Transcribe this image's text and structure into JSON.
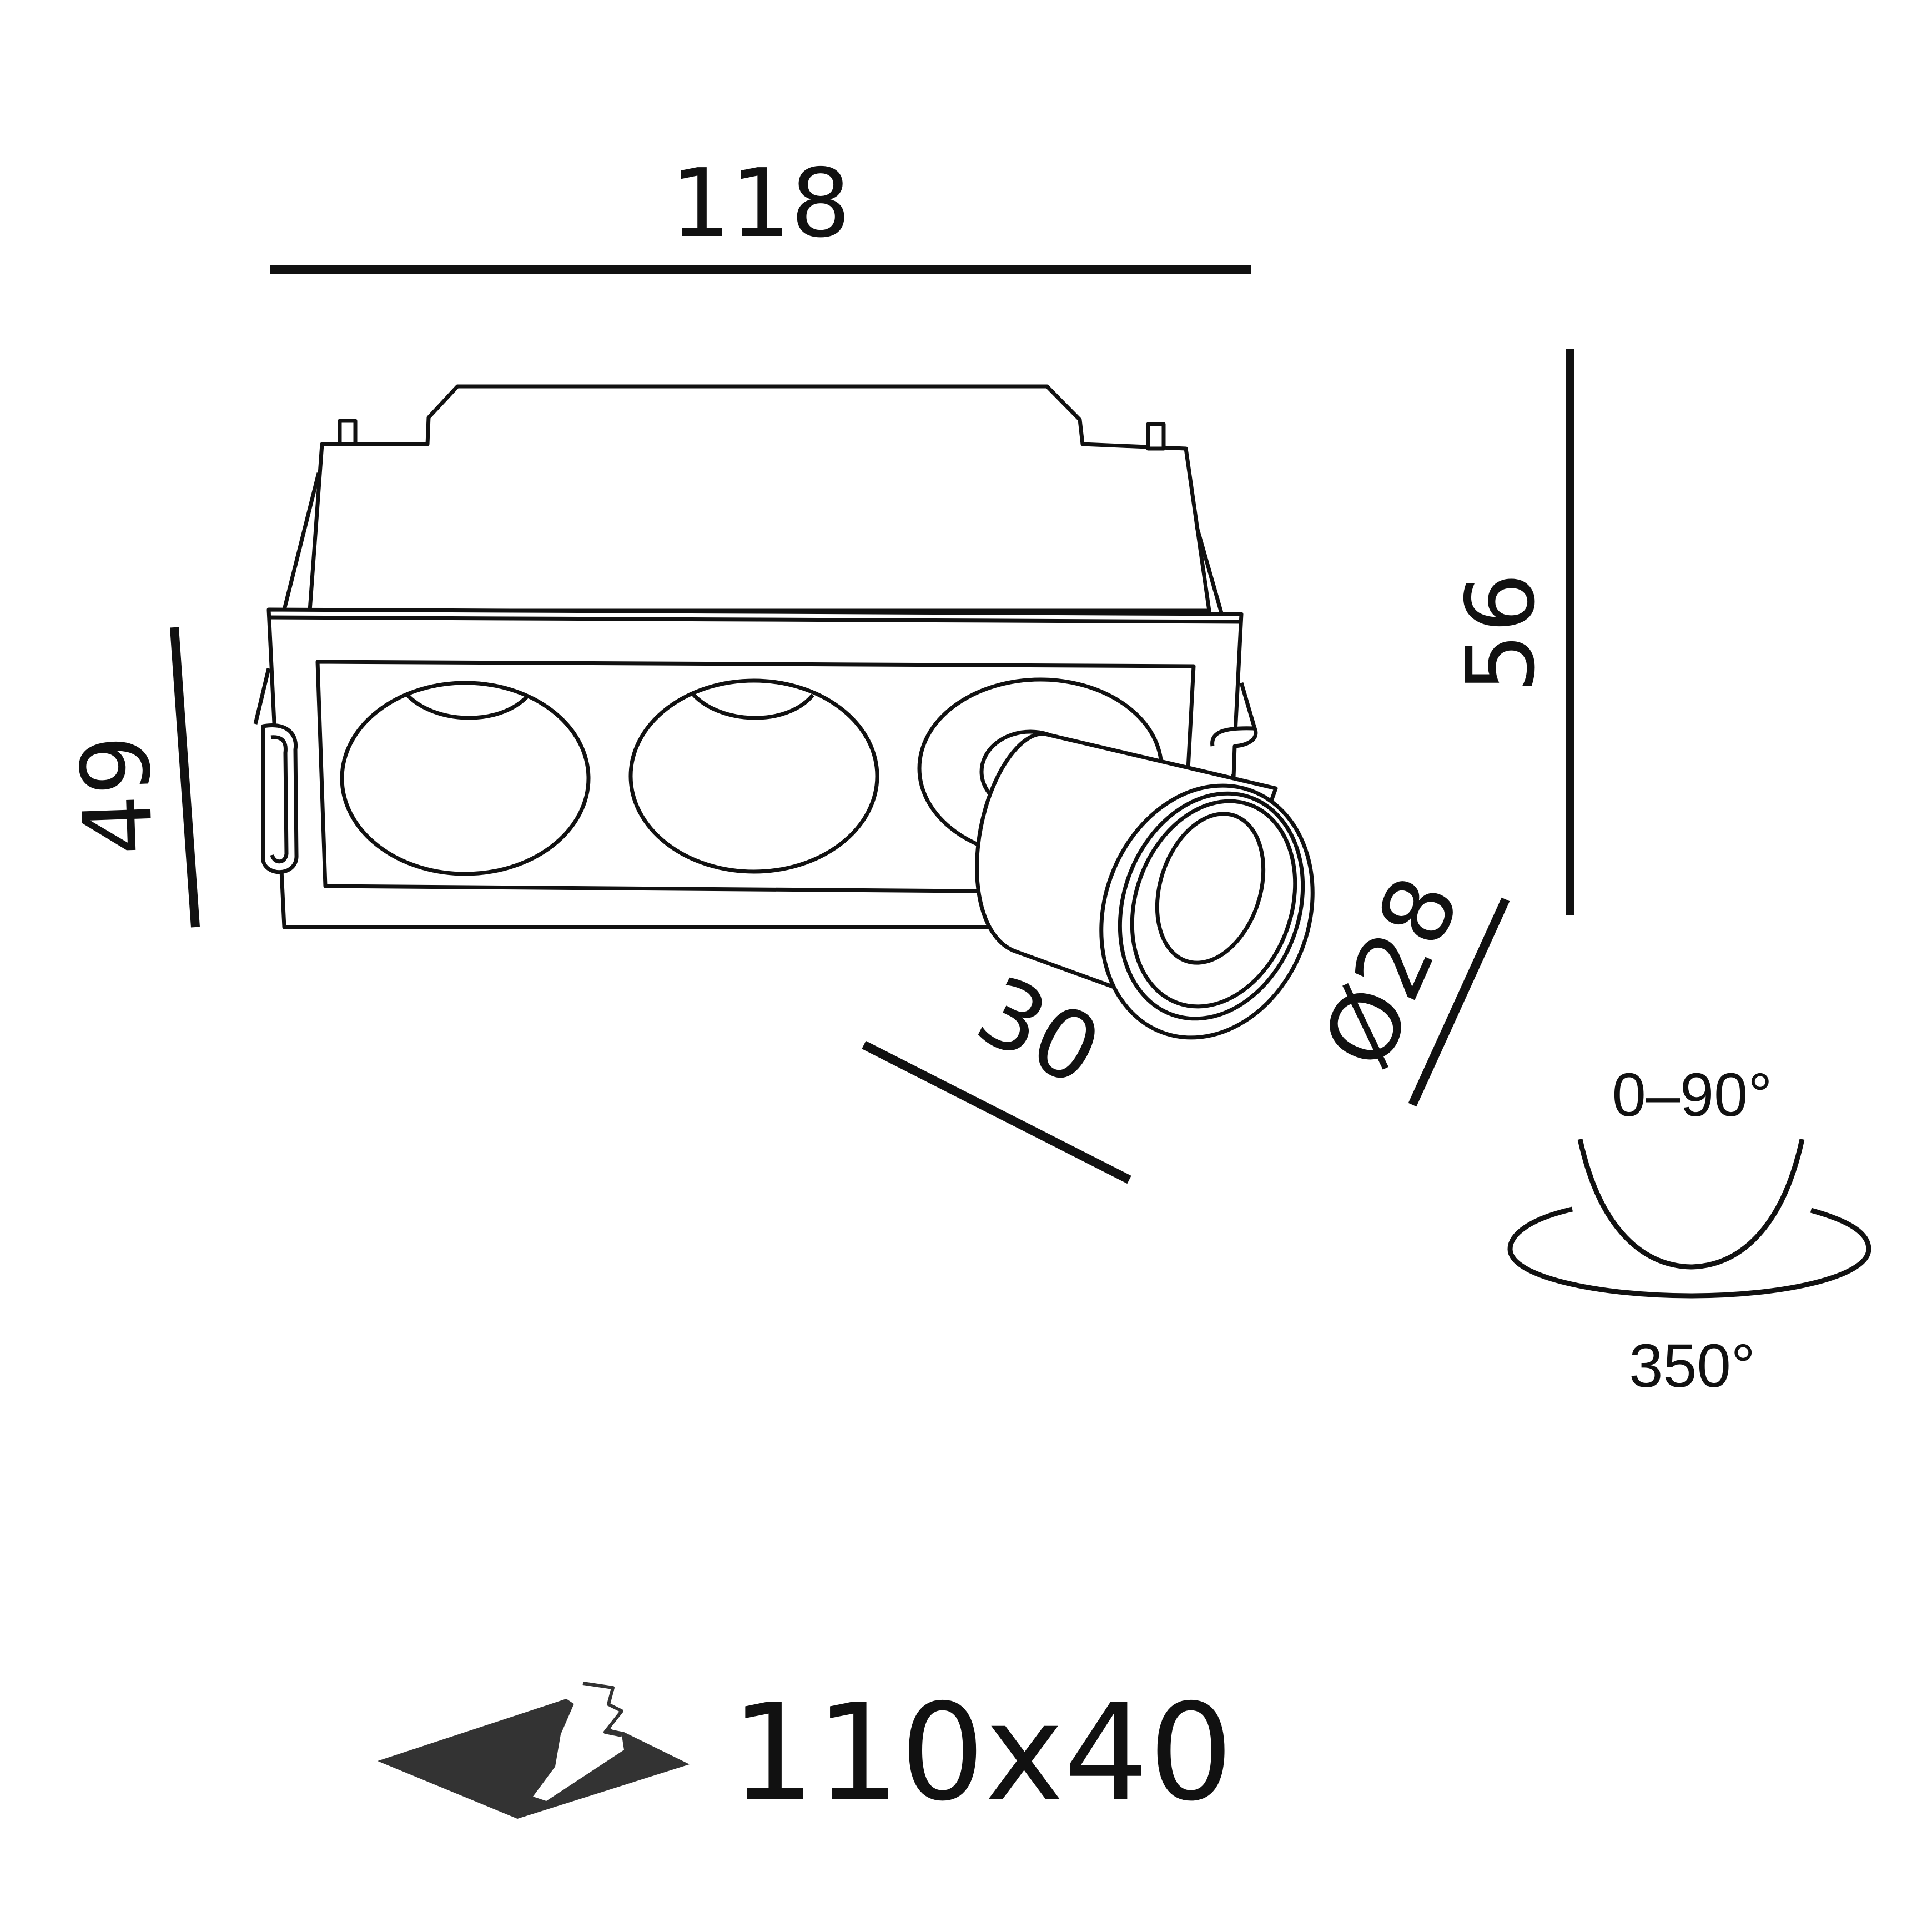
{
  "dimensions": {
    "width": "118",
    "height": "56",
    "frame_height": "49",
    "projection": "30",
    "diameter": "Ø28"
  },
  "rotation": {
    "tilt": "0–90°",
    "pan": "350°"
  },
  "cutout": {
    "size": "110x40"
  },
  "colors": {
    "line": "#111111",
    "icon": "#333333",
    "background": "#ffffff"
  }
}
